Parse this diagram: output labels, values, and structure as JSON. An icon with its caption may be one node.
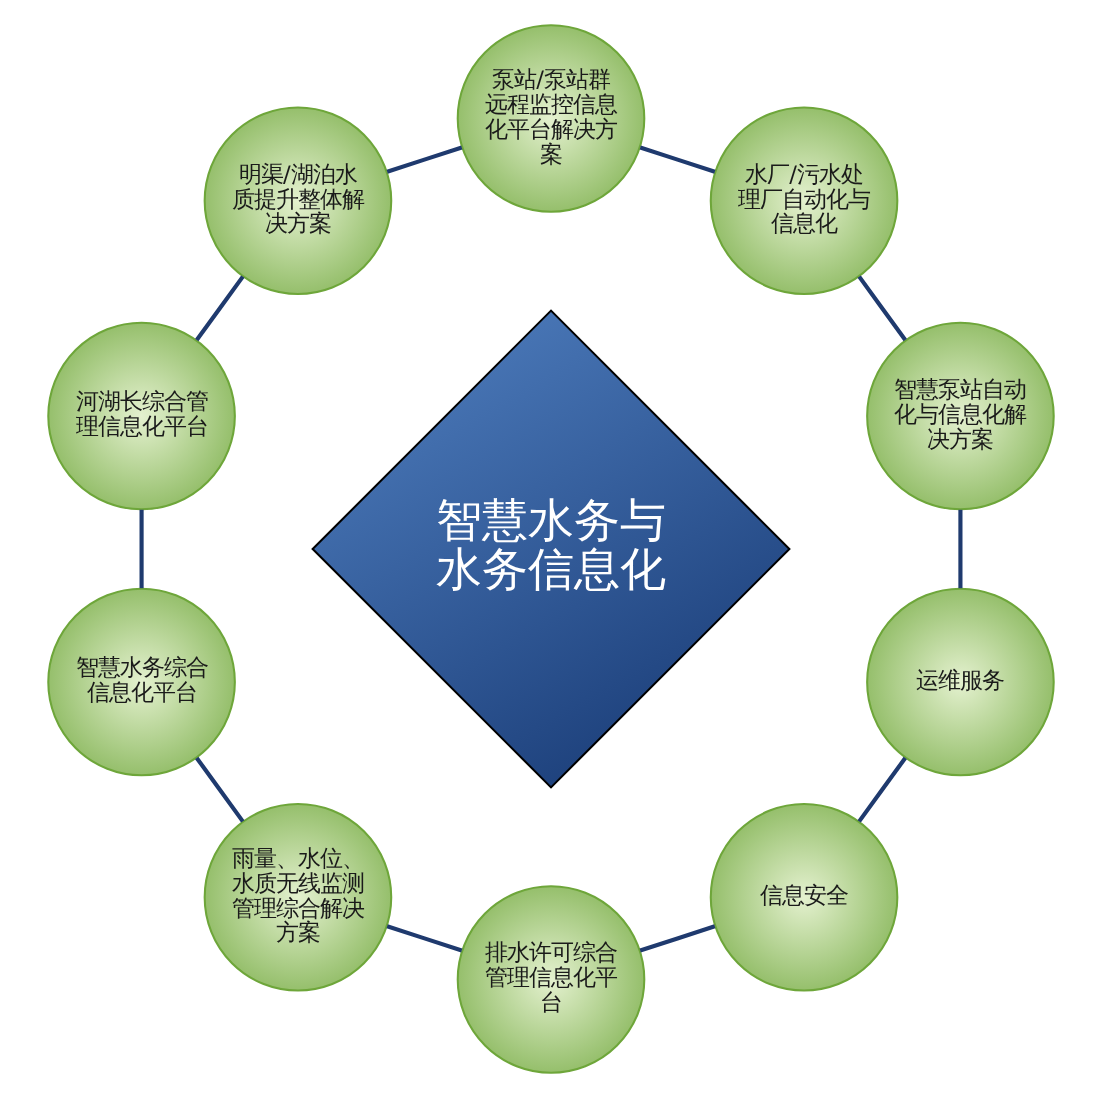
{
  "diagram": {
    "nodes": [
      {
        "text": [
          "智慧水务与水务信息化"
        ]
      },
      {
        "text": [
          "智慧泵站自动化与信息化解决方案"
        ]
      },
      {
        "text": [
          "水厂/污水处理厂自动化与信息化"
        ]
      },
      {
        "text": [
          "泵站/泵站群远程监控信息化平台解决方案"
        ]
      },
      {
        "text": [
          "明渠/湖泊水质提升整体解决方案"
        ]
      },
      {
        "text": [
          "河湖长综合管理信息化平台"
        ]
      },
      {
        "text": [
          "智慧水务综合信息化平台"
        ]
      },
      {
        "text": [
          "雨量、水位、水质无线监测管理综合解决方案"
        ]
      },
      {
        "text": [
          "排水许可综合管理信息化平台"
        ]
      },
      {
        "text": [
          "信息安全"
        ]
      },
      {
        "text": [
          "运维服务"
        ]
      }
    ],
    "edges": [
      {
        "from": 1,
        "to": 2,
        "arrow": "none"
      },
      {
        "from": 2,
        "to": 3,
        "arrow": "none"
      },
      {
        "from": 3,
        "to": 4,
        "arrow": "none"
      },
      {
        "from": 4,
        "to": 5,
        "arrow": "none"
      },
      {
        "from": 5,
        "to": 6,
        "arrow": "none"
      },
      {
        "from": 6,
        "to": 7,
        "arrow": "none"
      },
      {
        "from": 7,
        "to": 8,
        "arrow": "none"
      },
      {
        "from": 8,
        "to": 9,
        "arrow": "none"
      },
      {
        "from": 9,
        "to": 10,
        "arrow": "none"
      },
      {
        "from": 10,
        "to": 1,
        "arrow": "none"
      }
    ]
  }
}
